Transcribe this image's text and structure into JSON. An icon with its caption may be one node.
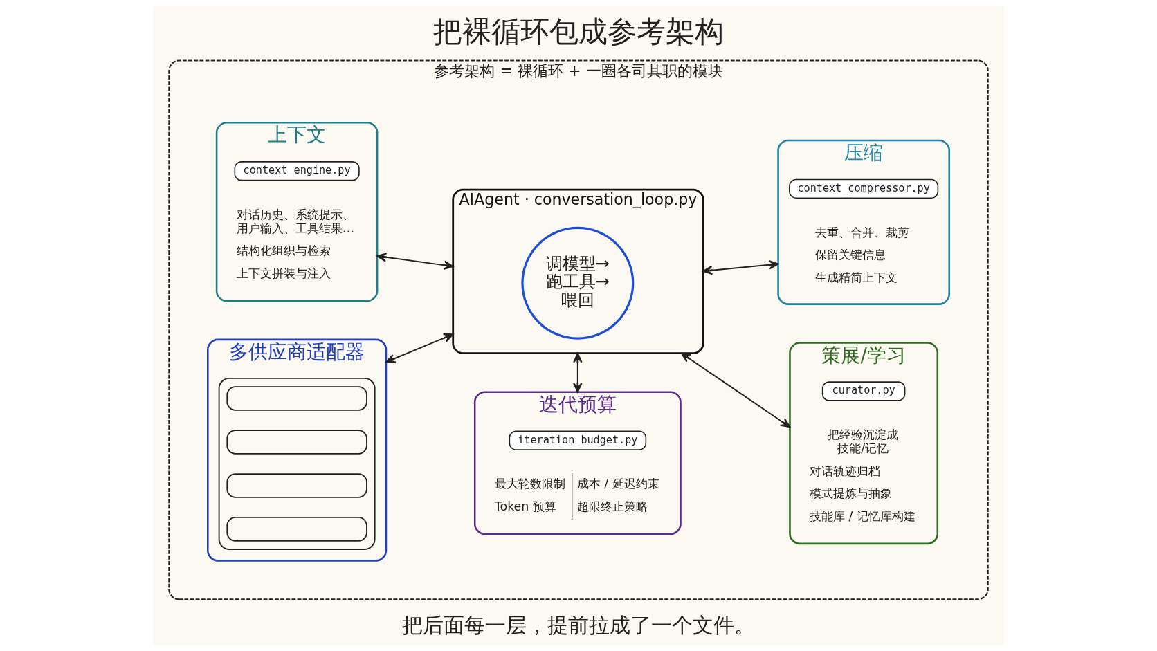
{
  "diagram": {
    "title": "把裸循环包成参考架构",
    "caption": "把后面每一层，提前拉成了一个文件。",
    "nodes": [
      {
        "text": [
          "参考架构 = 裸循环 + 一圈各司其职的模块"
        ]
      },
      {
        "text": [
          "上下文",
          "对话历史、系统提示、用户输入、工具结果…",
          "结构化组织与检索",
          "上下文拼装与注入"
        ],
        "in": 0
      },
      {
        "text": [
          "context_engine.py"
        ],
        "in": 1
      },
      {
        "text": [
          "AIAgent · conversation_loop.py"
        ],
        "in": 0
      },
      {
        "text": [
          "调模型→跑工具→喂回"
        ],
        "in": 3
      },
      {
        "text": [
          "压缩",
          "去重、合并、裁剪",
          "保留关键信息",
          "生成精简上下文"
        ],
        "in": 0
      },
      {
        "text": [
          "context_compressor.py"
        ],
        "in": 5
      },
      {
        "text": [
          "多供应商适配器"
        ],
        "in": 0
      },
      {
        "text": [],
        "shape": "box",
        "in": 7
      },
      {
        "text": [],
        "shape": "box",
        "in": 8
      },
      {
        "text": [],
        "shape": "box",
        "in": 8
      },
      {
        "text": [],
        "shape": "box",
        "in": 8
      },
      {
        "text": [],
        "shape": "box",
        "in": 8
      },
      {
        "text": [
          "策展/学习",
          "把经验沉淀成技能/记忆",
          "对话轨迹归档",
          "模式提炼与抽象",
          "技能库 / 记忆库构建"
        ],
        "in": 0
      },
      {
        "text": [
          "curator.py"
        ],
        "in": 13
      },
      {
        "text": [
          "迭代预算",
          "最大轮数限制",
          "成本 / 延迟约束",
          "Token 预算",
          "超限终止策略"
        ],
        "in": 0
      },
      {
        "text": [
          "iteration_budget.py"
        ],
        "in": 15
      }
    ],
    "edges": [
      {
        "from": 1,
        "to": 3,
        "arrow": "both"
      },
      {
        "from": 3,
        "to": 5,
        "arrow": "both"
      },
      {
        "from": 7,
        "to": 3,
        "arrow": "both"
      },
      {
        "from": 3,
        "to": 13,
        "arrow": "both"
      },
      {
        "from": 3,
        "to": 15,
        "arrow": "both"
      }
    ]
  }
}
